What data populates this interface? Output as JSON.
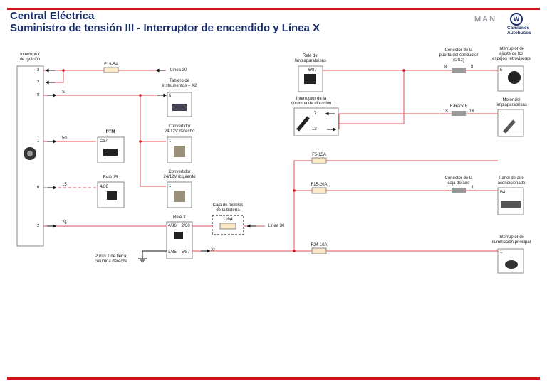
{
  "header": {
    "title": "Central Eléctrica",
    "subtitle": "Suministro de tensión III - Interruptor de encendido y Línea X",
    "brand": "MAN",
    "brand_sub1": "Camiones",
    "brand_sub2": "Autobuses"
  },
  "colors": {
    "accent": "#d1121b",
    "title": "#1a2f6b",
    "wire": "#e3505a"
  },
  "ignition": {
    "title1": "Interruptor",
    "title2": "de ignición",
    "pins": [
      "3",
      "7",
      "8",
      "1",
      "6",
      "2"
    ]
  },
  "wires": {
    "s": "S",
    "w50": "50",
    "w15": "15",
    "w75": "75",
    "xr": "Xr"
  },
  "fuses": {
    "f19": "F19-5A",
    "f5": "F5-15A",
    "f15": "F15-20A",
    "f24": "F24-10A",
    "battery1": "Caja de fusibles",
    "battery2": "de la batería",
    "f110": "110A"
  },
  "lines": {
    "linea30a": "Línea 30",
    "linea30b": "Línea 30"
  },
  "tablero": {
    "t1": "Tablero de",
    "t2": "instrumentos – X2",
    "pin": "6"
  },
  "conv_der": {
    "t1": "Convertidor",
    "t2": "24/12V derecho",
    "pin": "1"
  },
  "conv_izq": {
    "t1": "Convertidor",
    "t2": "24/12V izquierdo",
    "pin": "1"
  },
  "ptm": {
    "title": "PTM",
    "pin": "C17"
  },
  "rele15": {
    "title": "Relé 15",
    "pin": "4/86"
  },
  "relex": {
    "title": "Relé X",
    "p1": "4/86",
    "p2": "2/30",
    "p3": "3/85",
    "p4": "5/87"
  },
  "ground": {
    "t1": "Punto 1 de tierra,",
    "t2": "columna derecha"
  },
  "rele_limpia": {
    "t1": "Relé del",
    "t2": "limpiaparabrisas",
    "pin": "6/87"
  },
  "col_dir": {
    "t1": "Interruptor de la",
    "t2": "columna de dirección",
    "p7": "7",
    "p13": "13"
  },
  "ds2": {
    "t1": "Conector de la",
    "t2": "puerta del conductor",
    "t3": "(DS2)",
    "pl": "8",
    "pr": "8"
  },
  "espejos": {
    "t1": "Interruptor de",
    "t2": "ajuste de los",
    "t3": "espejos retrovisores",
    "pin": "5"
  },
  "erack": {
    "title": "E-Rack F",
    "pl": "18",
    "pr": "18"
  },
  "motor": {
    "t1": "Motor del",
    "t2": "limpiaparabrisas",
    "pin": "1"
  },
  "caja_aire": {
    "t1": "Conector de la",
    "t2": "caja de aire",
    "pl": "1",
    "pr": "1"
  },
  "panel_aire": {
    "t1": "Panel de aire",
    "t2": "acondicionado",
    "pin": "B4"
  },
  "ilum": {
    "t1": "Interruptor de",
    "t2": "iluminación principal",
    "pin": "1"
  }
}
